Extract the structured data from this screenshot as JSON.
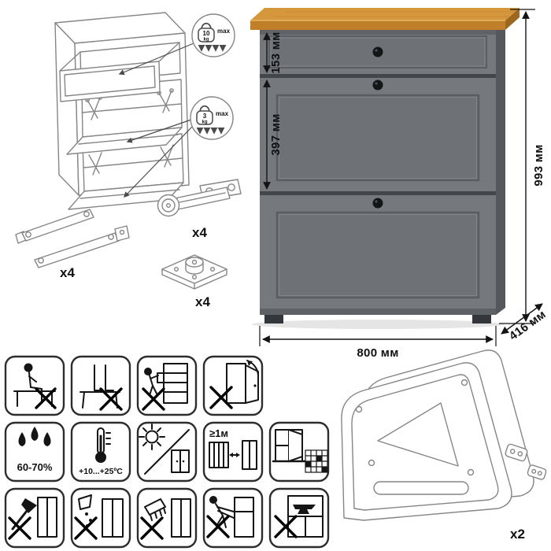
{
  "cabinet": {
    "colors": {
      "top_wood": "#d5973c",
      "top_wood_edge": "#c07f28",
      "body": "#75797e",
      "body_shadow": "#54585d",
      "seam": "#43474c",
      "knob": "#141517"
    },
    "dimensions": {
      "drawer_height": "153 мм",
      "flap_height": "397 мм",
      "total_height": "993 мм",
      "width": "800 мм",
      "depth": "416 мм"
    }
  },
  "load_limits": {
    "drawer": {
      "value": "10",
      "unit": "kg",
      "note": "max"
    },
    "flap": {
      "value": "3",
      "unit": "kg",
      "note": "max"
    }
  },
  "parts": {
    "stay": {
      "name": "lift-stay",
      "count": "x4"
    },
    "hinge": {
      "name": "cup-hinge",
      "count": "x4"
    },
    "leg": {
      "name": "adjustable-leg",
      "count": "x4"
    },
    "side_panel": {
      "name": "flap-side-panel",
      "count": "x2"
    }
  },
  "care": {
    "humidity": "60-70%",
    "temperature": "+10...+25ºC",
    "min_distance": "≥1м",
    "icons": [
      "no-sitting",
      "no-standing-on",
      "no-children-climbing",
      "no-hanging-on-doors",
      "humidity-range",
      "temperature-range",
      "avoid-direct-sunlight",
      "keep-1m-from-heaters",
      "ventilate-room",
      "no-sharp-impacts",
      "no-liquids",
      "no-abrasive-cleaners",
      "no-moving-loaded",
      "no-overloading"
    ]
  }
}
